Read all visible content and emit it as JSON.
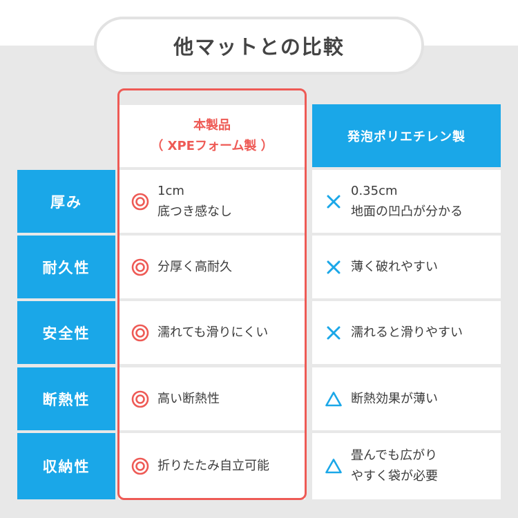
{
  "title": "他マットとの比較",
  "columns": {
    "product": {
      "line1": "本製品",
      "line2": "（ XPEフォーム製 ）"
    },
    "other": {
      "label": "発泡ポリエチレン製"
    }
  },
  "colors": {
    "blue": "#1aa7e8",
    "red": "#ee5a55",
    "gray": "#e8e8e8"
  },
  "rows": [
    {
      "label": "厚み",
      "product": {
        "mark": "double-circle",
        "lines": [
          "1cm",
          "底つき感なし"
        ]
      },
      "other": {
        "mark": "cross",
        "lines": [
          "0.35cm",
          "地面の凹凸が分かる"
        ]
      }
    },
    {
      "label": "耐久性",
      "product": {
        "mark": "double-circle",
        "lines": [
          "分厚く高耐久"
        ]
      },
      "other": {
        "mark": "cross",
        "lines": [
          "薄く破れやすい"
        ]
      }
    },
    {
      "label": "安全性",
      "product": {
        "mark": "double-circle",
        "lines": [
          "濡れても滑りにくい"
        ]
      },
      "other": {
        "mark": "cross",
        "lines": [
          "濡れると滑りやすい"
        ]
      }
    },
    {
      "label": "断熱性",
      "product": {
        "mark": "double-circle",
        "lines": [
          "高い断熱性"
        ]
      },
      "other": {
        "mark": "triangle",
        "lines": [
          "断熱効果が薄い"
        ]
      }
    },
    {
      "label": "収納性",
      "product": {
        "mark": "double-circle",
        "lines": [
          "折りたたみ自立可能"
        ]
      },
      "other": {
        "mark": "triangle",
        "lines": [
          "畳んでも広がり",
          "やすく袋が必要"
        ]
      }
    }
  ]
}
